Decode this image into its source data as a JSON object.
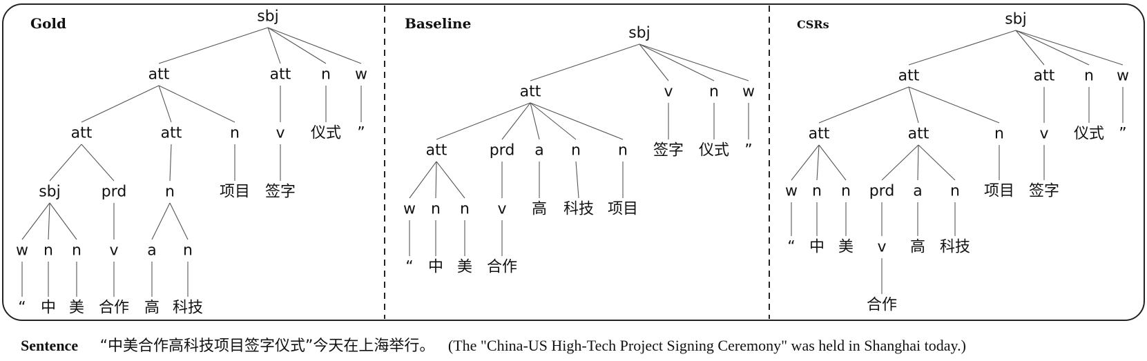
{
  "panels": [
    {
      "title": "Gold",
      "nodes": [
        {
          "id": "r",
          "label": "sbj"
        },
        {
          "id": "a1",
          "label": "att"
        },
        {
          "id": "a2",
          "label": "att"
        },
        {
          "id": "n1",
          "label": "n"
        },
        {
          "id": "w1",
          "label": "w"
        },
        {
          "id": "b1",
          "label": "att"
        },
        {
          "id": "b2",
          "label": "att"
        },
        {
          "id": "b3",
          "label": "n"
        },
        {
          "id": "b4",
          "label": "v"
        },
        {
          "id": "t1",
          "label": "仪式"
        },
        {
          "id": "t2",
          "label": "”"
        },
        {
          "id": "c1",
          "label": "sbj"
        },
        {
          "id": "c2",
          "label": "prd"
        },
        {
          "id": "c3",
          "label": "n"
        },
        {
          "id": "t3",
          "label": "项目"
        },
        {
          "id": "t4",
          "label": "签字"
        },
        {
          "id": "d1",
          "label": "w"
        },
        {
          "id": "d2",
          "label": "n"
        },
        {
          "id": "d3",
          "label": "n"
        },
        {
          "id": "d4",
          "label": "v"
        },
        {
          "id": "d5",
          "label": "a"
        },
        {
          "id": "d6",
          "label": "n"
        },
        {
          "id": "e1",
          "label": "“"
        },
        {
          "id": "e2",
          "label": "中"
        },
        {
          "id": "e3",
          "label": "美"
        },
        {
          "id": "e4",
          "label": "合作"
        },
        {
          "id": "e5",
          "label": "高"
        },
        {
          "id": "e6",
          "label": "科技"
        }
      ],
      "edges": [
        [
          "r",
          "a1"
        ],
        [
          "r",
          "a2"
        ],
        [
          "r",
          "n1"
        ],
        [
          "r",
          "w1"
        ],
        [
          "a1",
          "b1"
        ],
        [
          "a1",
          "b2"
        ],
        [
          "a1",
          "b3"
        ],
        [
          "a2",
          "b4"
        ],
        [
          "n1",
          "t1"
        ],
        [
          "w1",
          "t2"
        ],
        [
          "b1",
          "c1"
        ],
        [
          "b1",
          "c2"
        ],
        [
          "b2",
          "c3"
        ],
        [
          "b3",
          "t3"
        ],
        [
          "b4",
          "t4"
        ],
        [
          "c1",
          "d1"
        ],
        [
          "c1",
          "d2"
        ],
        [
          "c1",
          "d3"
        ],
        [
          "c2",
          "d4"
        ],
        [
          "c3",
          "d5"
        ],
        [
          "c3",
          "d6"
        ],
        [
          "d1",
          "e1"
        ],
        [
          "d2",
          "e2"
        ],
        [
          "d3",
          "e3"
        ],
        [
          "d4",
          "e4"
        ],
        [
          "d5",
          "e5"
        ],
        [
          "d6",
          "e6"
        ]
      ]
    },
    {
      "title": "Baseline",
      "nodes": [
        {
          "id": "r",
          "label": "sbj"
        },
        {
          "id": "a1",
          "label": "att"
        },
        {
          "id": "v1",
          "label": "v"
        },
        {
          "id": "n1",
          "label": "n"
        },
        {
          "id": "w1",
          "label": "w"
        },
        {
          "id": "b1",
          "label": "att"
        },
        {
          "id": "b2",
          "label": "prd"
        },
        {
          "id": "b3",
          "label": "a"
        },
        {
          "id": "b4",
          "label": "n"
        },
        {
          "id": "b5",
          "label": "n"
        },
        {
          "id": "t1",
          "label": "签字"
        },
        {
          "id": "t2",
          "label": "仪式"
        },
        {
          "id": "t3",
          "label": "”"
        },
        {
          "id": "c1",
          "label": "w"
        },
        {
          "id": "c2",
          "label": "n"
        },
        {
          "id": "c3",
          "label": "n"
        },
        {
          "id": "c4",
          "label": "v"
        },
        {
          "id": "t4",
          "label": "高"
        },
        {
          "id": "t5",
          "label": "科技"
        },
        {
          "id": "t6",
          "label": "项目"
        },
        {
          "id": "e1",
          "label": "“"
        },
        {
          "id": "e2",
          "label": "中"
        },
        {
          "id": "e3",
          "label": "美"
        },
        {
          "id": "e4",
          "label": "合作"
        }
      ],
      "edges": [
        [
          "r",
          "a1"
        ],
        [
          "r",
          "v1"
        ],
        [
          "r",
          "n1"
        ],
        [
          "r",
          "w1"
        ],
        [
          "a1",
          "b1"
        ],
        [
          "a1",
          "b2"
        ],
        [
          "a1",
          "b3"
        ],
        [
          "a1",
          "b4"
        ],
        [
          "a1",
          "b5"
        ],
        [
          "v1",
          "t1"
        ],
        [
          "n1",
          "t2"
        ],
        [
          "w1",
          "t3"
        ],
        [
          "b1",
          "c1"
        ],
        [
          "b1",
          "c2"
        ],
        [
          "b1",
          "c3"
        ],
        [
          "b2",
          "c4"
        ],
        [
          "b3",
          "t4"
        ],
        [
          "b4",
          "t5"
        ],
        [
          "b5",
          "t6"
        ],
        [
          "c1",
          "e1"
        ],
        [
          "c2",
          "e2"
        ],
        [
          "c3",
          "e3"
        ],
        [
          "c4",
          "e4"
        ]
      ]
    },
    {
      "title": "CSRs",
      "nodes": [
        {
          "id": "r",
          "label": "sbj"
        },
        {
          "id": "a1",
          "label": "att"
        },
        {
          "id": "a2",
          "label": "att"
        },
        {
          "id": "n1",
          "label": "n"
        },
        {
          "id": "w1",
          "label": "w"
        },
        {
          "id": "b1",
          "label": "att"
        },
        {
          "id": "b2",
          "label": "att"
        },
        {
          "id": "b3",
          "label": "n"
        },
        {
          "id": "b4",
          "label": "v"
        },
        {
          "id": "t1",
          "label": "仪式"
        },
        {
          "id": "t2",
          "label": "”"
        },
        {
          "id": "c1",
          "label": "w"
        },
        {
          "id": "c2",
          "label": "n"
        },
        {
          "id": "c3",
          "label": "n"
        },
        {
          "id": "c4",
          "label": "prd"
        },
        {
          "id": "c5",
          "label": "a"
        },
        {
          "id": "c6",
          "label": "n"
        },
        {
          "id": "t3",
          "label": "项目"
        },
        {
          "id": "t4",
          "label": "签字"
        },
        {
          "id": "e1",
          "label": "“"
        },
        {
          "id": "e2",
          "label": "中"
        },
        {
          "id": "e3",
          "label": "美"
        },
        {
          "id": "d4",
          "label": "v"
        },
        {
          "id": "e5",
          "label": "高"
        },
        {
          "id": "e6",
          "label": "科技"
        },
        {
          "id": "f4",
          "label": "合作"
        }
      ],
      "edges": [
        [
          "r",
          "a1"
        ],
        [
          "r",
          "a2"
        ],
        [
          "r",
          "n1"
        ],
        [
          "r",
          "w1"
        ],
        [
          "a1",
          "b1"
        ],
        [
          "a1",
          "b2"
        ],
        [
          "a1",
          "b3"
        ],
        [
          "a2",
          "b4"
        ],
        [
          "n1",
          "t1"
        ],
        [
          "w1",
          "t2"
        ],
        [
          "b1",
          "c1"
        ],
        [
          "b1",
          "c2"
        ],
        [
          "b1",
          "c3"
        ],
        [
          "b2",
          "c4"
        ],
        [
          "b2",
          "c5"
        ],
        [
          "b2",
          "c6"
        ],
        [
          "b3",
          "t3"
        ],
        [
          "b4",
          "t4"
        ],
        [
          "c1",
          "e1"
        ],
        [
          "c2",
          "e2"
        ],
        [
          "c3",
          "e3"
        ],
        [
          "c4",
          "d4"
        ],
        [
          "c5",
          "e5"
        ],
        [
          "c6",
          "e6"
        ],
        [
          "d4",
          "f4"
        ]
      ]
    }
  ],
  "sentence": {
    "label": "Sentence",
    "chinese": "“中美合作高科技项目签字仪式”今天在上海举行。",
    "english": "(The \"China-US High-Tech Project Signing Ceremony\" was held in Shanghai today.)"
  }
}
